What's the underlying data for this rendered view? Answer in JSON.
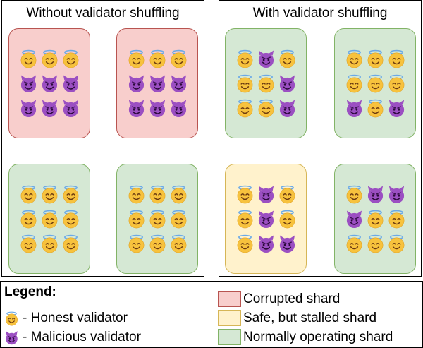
{
  "panels": {
    "left": {
      "title": "Without validator shuffling",
      "shards": [
        {
          "status": "corrupted",
          "validators": [
            "honest",
            "honest",
            "honest",
            "malicious",
            "malicious",
            "malicious",
            "malicious",
            "malicious",
            "malicious"
          ]
        },
        {
          "status": "corrupted",
          "validators": [
            "honest",
            "honest",
            "honest",
            "malicious",
            "malicious",
            "malicious",
            "malicious",
            "malicious",
            "malicious"
          ]
        },
        {
          "status": "normal",
          "validators": [
            "honest",
            "honest",
            "honest",
            "honest",
            "honest",
            "honest",
            "honest",
            "honest",
            "honest"
          ]
        },
        {
          "status": "normal",
          "validators": [
            "honest",
            "honest",
            "honest",
            "honest",
            "honest",
            "honest",
            "honest",
            "honest",
            "honest"
          ]
        }
      ]
    },
    "right": {
      "title": "With validator shuffling",
      "shards": [
        {
          "status": "normal",
          "validators": [
            "honest",
            "malicious",
            "honest",
            "honest",
            "honest",
            "malicious",
            "honest",
            "honest",
            "malicious"
          ]
        },
        {
          "status": "normal",
          "validators": [
            "honest",
            "honest",
            "honest",
            "honest",
            "honest",
            "honest",
            "malicious",
            "honest",
            "malicious"
          ]
        },
        {
          "status": "stalled",
          "validators": [
            "honest",
            "malicious",
            "honest",
            "honest",
            "malicious",
            "honest",
            "honest",
            "malicious",
            "malicious"
          ]
        },
        {
          "status": "normal",
          "validators": [
            "honest",
            "malicious",
            "malicious",
            "malicious",
            "honest",
            "honest",
            "honest",
            "honest",
            "honest"
          ]
        }
      ]
    }
  },
  "legend": {
    "title": "Legend:",
    "honest_label": "- Honest validator",
    "malicious_label": "- Malicious validator",
    "corrupted_label": "Corrupted shard",
    "stalled_label": "Safe, but stalled shard",
    "normal_label": "Normally operating shard"
  },
  "icons": {
    "honest": "smiling-face-with-halo-icon",
    "malicious": "smiling-face-with-horns-icon"
  },
  "colors": {
    "corrupted_fill": "#f8cecc",
    "stalled_fill": "#fff2cc",
    "normal_fill": "#d5e8d4",
    "honest_face": "#f7c23d",
    "malicious_face": "#9b4fc2"
  }
}
